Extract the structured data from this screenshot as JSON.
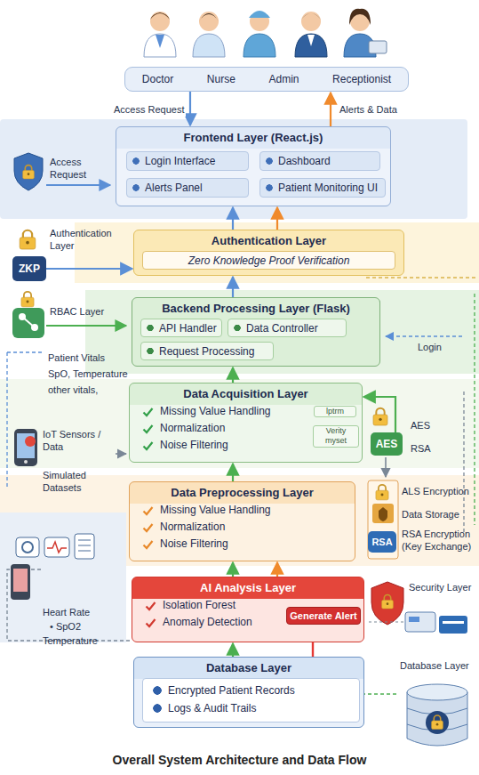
{
  "diagram": {
    "caption": "Overall System Architecture and Data Flow",
    "nodes": [
      {
        "text": [
          "Doctor",
          "Nurse",
          "Admin",
          "Receptionist"
        ]
      },
      {
        "text": [
          "Frontend Layer (React.js)"
        ]
      },
      {
        "text": [
          "Login Interface"
        ],
        "in": 1
      },
      {
        "text": [
          "Dashboard"
        ],
        "in": 1
      },
      {
        "text": [
          "Alerts Panel"
        ],
        "in": 1
      },
      {
        "text": [
          "Patient Monitoring UI"
        ],
        "in": 1
      },
      {
        "text": [
          "Authentication Layer"
        ]
      },
      {
        "text": [
          "Zero Knowledge Proof Verification"
        ],
        "in": 6
      },
      {
        "text": [
          "Backend Processing Layer (Flask)"
        ]
      },
      {
        "text": [
          "API Handler"
        ],
        "in": 8
      },
      {
        "text": [
          "Data Controller"
        ],
        "in": 8
      },
      {
        "text": [
          "Request Processing"
        ],
        "in": 8
      },
      {
        "text": [
          "Data Acquisition Layer",
          "Missing Value Handling",
          "Normalization",
          "Noise Filtering"
        ]
      },
      {
        "text": [
          "Data Preprocessing Layer",
          "Missing Value Handling",
          "Normalization",
          "Noise Filtering"
        ]
      },
      {
        "text": [
          "AI Analysis Layer",
          "Isolation Forest",
          "Anomaly Detection"
        ]
      },
      {
        "text": [
          "Generate Alert"
        ],
        "in": 14
      },
      {
        "text": [
          "Database Layer"
        ]
      },
      {
        "text": [
          "Encrypted Patient Records",
          "Logs & Audit Trails"
        ],
        "in": 16
      },
      {
        "text": [
          "ZKP"
        ]
      },
      {
        "text": [
          "AES"
        ]
      },
      {
        "text": [
          "RSA"
        ]
      }
    ],
    "edges": [
      {
        "from": 0,
        "to": 1,
        "arrow": "to",
        "label": "Access Request"
      },
      {
        "from": 1,
        "to": 0,
        "arrow": "to",
        "label": "Alerts & Data"
      },
      {
        "from": 6,
        "to": 1,
        "arrow": "to"
      },
      {
        "from": 6,
        "to": 1,
        "arrow": "to"
      },
      {
        "from": 8,
        "to": 6,
        "arrow": "to"
      },
      {
        "from": 12,
        "to": 8,
        "arrow": "to"
      },
      {
        "from": 13,
        "to": 12,
        "arrow": "to"
      },
      {
        "from": 14,
        "to": 13,
        "arrow": "to"
      },
      {
        "from": 14,
        "to": 13,
        "arrow": "to"
      },
      {
        "from": 16,
        "to": 14,
        "arrow": "to"
      },
      {
        "from": 18,
        "to": 6,
        "arrow": "to"
      },
      {
        "from": 19,
        "to": 12,
        "arrow": "to"
      }
    ],
    "labels": [
      "Access Request",
      "Authentication Layer",
      "RBAC Layer",
      "Patient Vitals",
      "SpO, Temperature",
      "other vitals,",
      "IoT Sensors / Data",
      "Simulated Datasets",
      "Heart Rate",
      "• SpO2",
      "Temperature",
      "Login",
      "lptrm",
      "Verity myset",
      "AES",
      "RSA",
      "ALS Encryption",
      "Data Storage",
      "RSA Encryption (Key Exchange)",
      "Security Layer",
      "Database Layer"
    ]
  }
}
